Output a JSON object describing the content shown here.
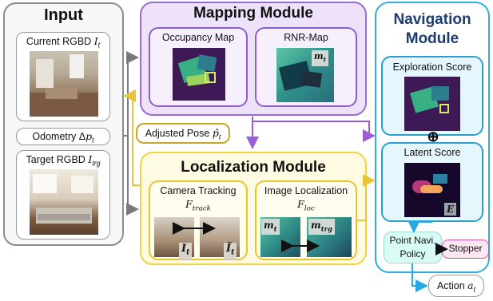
{
  "input": {
    "title": "Input",
    "current_rgbd": "Current RGBD",
    "current_sym": "I",
    "current_sub": "t",
    "odometry": "Odometry Δ",
    "odometry_sym": "p",
    "odometry_sub": "t",
    "target_rgbd": "Target RGBD",
    "target_sym": "I",
    "target_sub": "trg"
  },
  "mapping": {
    "title": "Mapping Module",
    "occupancy_label": "Occupancy Map",
    "rnr_label": "RNR-Map",
    "rnr_tag_sym": "m",
    "rnr_tag_sub": "t"
  },
  "adjusted_pose": {
    "label": "Adjusted Pose",
    "sym": "p̂",
    "sub": "t"
  },
  "localization": {
    "title": "Localization Module",
    "camera_tracking": "Camera Tracking",
    "camera_tracking_sym": "F",
    "camera_tracking_sub": "track",
    "tag_it_sym": "I",
    "tag_it_sub": "t",
    "tag_itilde_sym": "Ĩ",
    "tag_itilde_sub": "t",
    "image_localization": "Image Localization",
    "image_localization_sym": "F",
    "image_localization_sub": "loc",
    "tag_mt_sym": "m",
    "tag_mt_sub": "t",
    "tag_mtrg_sym": "m",
    "tag_mtrg_sub": "trg"
  },
  "navigation": {
    "title_line1": "Navigation",
    "title_line2": "Module",
    "exploration_score": "Exploration Score",
    "plus_symbol": "⊕",
    "latent_score": "Latent Score",
    "latent_tag": "E",
    "policy_line1": "Point Navi.",
    "policy_line2": "Policy",
    "stopper": "Stopper",
    "action": "Action",
    "action_sym": "a",
    "action_sub": "t"
  },
  "colors": {
    "input_border": "#8c8c8c",
    "mapping_border": "#9a6cd6",
    "mapping_fill": "#ede2fa",
    "mapping_inner_border": "#8e5fcc",
    "localization_border": "#f0d43a",
    "localization_fill": "#fffbe2",
    "localization_inner_border": "#e6c62b",
    "navigation_border": "#2eaee0",
    "navigation_fill": "#ffffff",
    "navigation_inner_border": "#2c9fd0",
    "navigation_inner_fill": "#e6f6fd",
    "policy_fill": "#d8fbf5",
    "stopper_fill": "#fde6f3",
    "stopper_border": "#e14ea6",
    "arrow_gray": "#7a7a7a",
    "arrow_purple": "#9a5fd8",
    "arrow_yellow": "#e8c43a",
    "arrow_blue": "#2aa8e0"
  }
}
